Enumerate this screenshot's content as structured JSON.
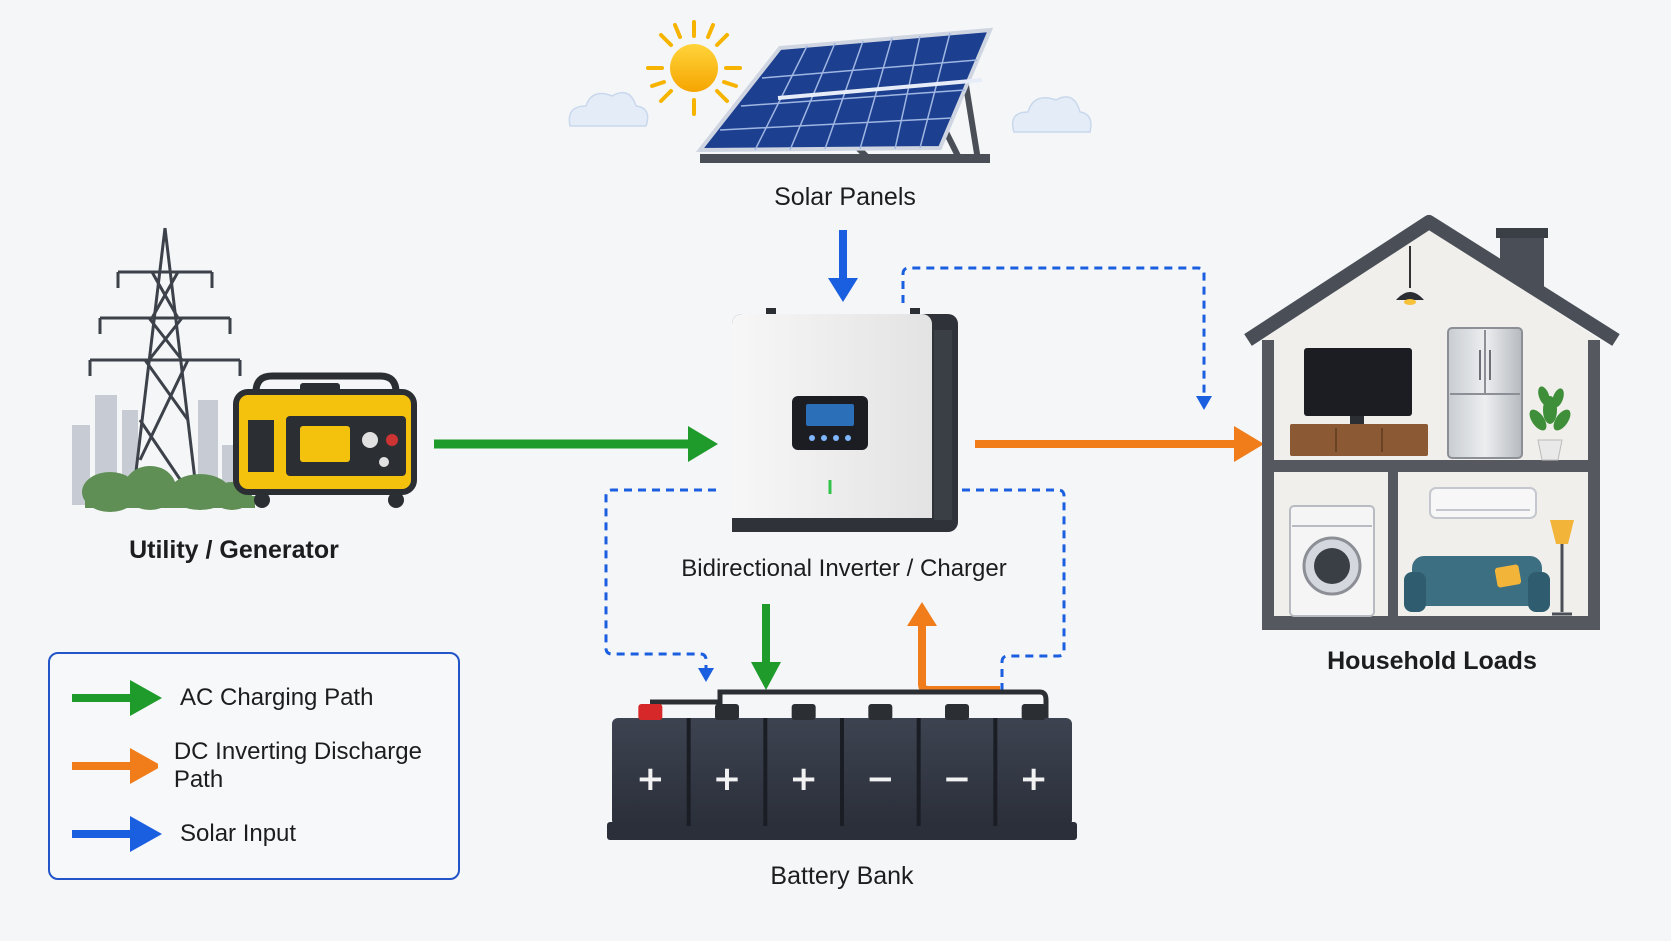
{
  "labels": {
    "solar_panels": "Solar Panels",
    "utility_generator": "Utility / Generator",
    "inverter": "Bidirectional Inverter / Charger",
    "household_loads": "Household Loads",
    "battery_bank": "Battery Bank"
  },
  "battery_terminals": [
    "+",
    "+",
    "+",
    "−",
    "−",
    "+"
  ],
  "legend": {
    "items": [
      {
        "label": "AC Charging Path",
        "color": "#1e9b2a"
      },
      {
        "label": "DC Inverting Discharge Path",
        "color": "#f07c1a"
      },
      {
        "label": "Solar Input",
        "color": "#1a5fe0"
      }
    ]
  },
  "colors": {
    "ac_path": "#1e9b2a",
    "dc_path": "#f07c1a",
    "solar_path": "#1a5fe0"
  }
}
